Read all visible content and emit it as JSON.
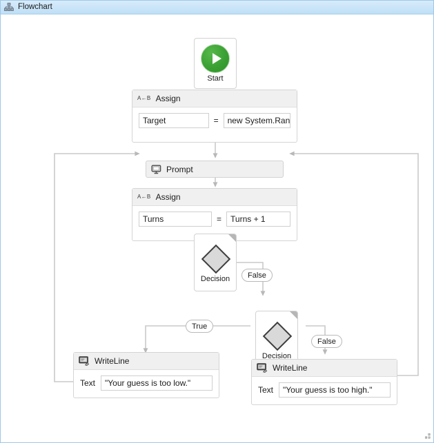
{
  "window": {
    "title": "Flowchart",
    "title_icon": "hierarchy-icon",
    "border_color": "#9fc7e8",
    "titlebar_color": "#cbe5f8",
    "canvas_color": "#ffffff"
  },
  "diagram": {
    "type": "flowchart",
    "connector_color": "#c9c9c9",
    "nodes": [
      {
        "id": "start",
        "kind": "start",
        "caption": "Start",
        "icon": "play-icon",
        "accent": "#3aa033"
      },
      {
        "id": "assign-target",
        "kind": "assign",
        "title": "Assign",
        "icon": "assign-icon",
        "icon_text": "A←B",
        "to": "Target",
        "operator": "=",
        "value": "new System.Random"
      },
      {
        "id": "prompt",
        "kind": "activity-bar",
        "title": "Prompt",
        "icon": "monitor-icon"
      },
      {
        "id": "assign-turns",
        "kind": "assign",
        "title": "Assign",
        "icon": "assign-icon",
        "icon_text": "A←B",
        "to": "Turns",
        "operator": "=",
        "value": "Turns + 1"
      },
      {
        "id": "decision-1",
        "kind": "decision",
        "caption": "Decision",
        "icon": "diamond-icon"
      },
      {
        "id": "decision-2",
        "kind": "decision",
        "caption": "Decision",
        "icon": "diamond-icon"
      },
      {
        "id": "writeline-low",
        "kind": "writeline",
        "title": "WriteLine",
        "icon": "console-icon",
        "field_label": "Text",
        "value": "\"Your guess is too low.\""
      },
      {
        "id": "writeline-high",
        "kind": "writeline",
        "title": "WriteLine",
        "icon": "console-icon",
        "field_label": "Text",
        "value": "\"Your guess is too high.\""
      }
    ],
    "edge_labels": {
      "decision1_false": "False",
      "decision2_true": "True",
      "decision2_false": "False"
    }
  },
  "status": {
    "resize_grip": "resize-grip"
  }
}
